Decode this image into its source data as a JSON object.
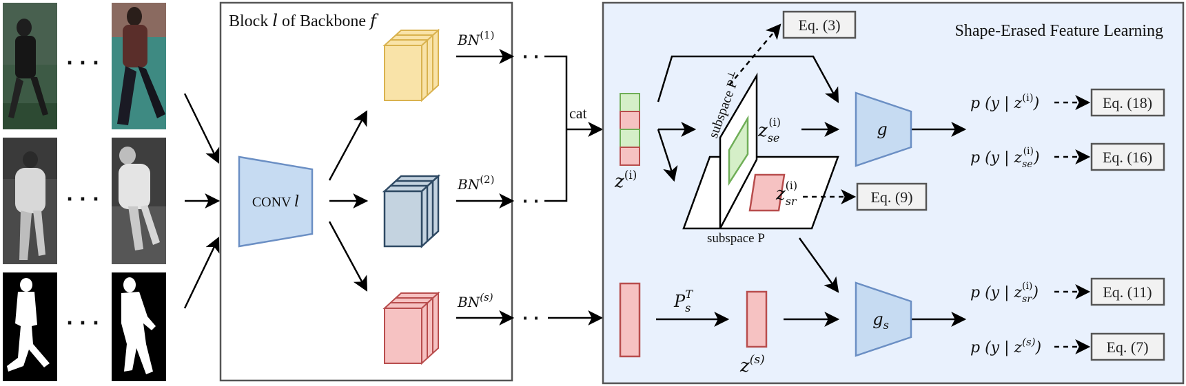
{
  "backbone": {
    "title_prefix": "Block ",
    "title_l": "l",
    "title_mid": " of Backbone ",
    "title_f": "f",
    "conv_label": "CONV ",
    "conv_l": "l",
    "bn_main": "BN",
    "bn1_sup": "(1)",
    "bn2_sup": "(2)",
    "bns_sup": "(s)",
    "cat_label": "cat"
  },
  "sefl": {
    "title": "Shape-Erased Feature Learning",
    "subspace_perp": "subspace P",
    "perp_symbol": "⊥",
    "subspace_p": "subspace P",
    "z_main": "z",
    "z_i_sup": "(i)",
    "z_se_sub": "se",
    "z_sr_sub": "sr",
    "z_s_sup": "(s)",
    "g_label": "g",
    "gs_label": "g",
    "gs_sub": "s",
    "proj_P": "P",
    "proj_sub": "s",
    "proj_sup": "T",
    "prob_prefix": "p (y | ",
    "prob_suffix": ")"
  },
  "equations": {
    "eq3": "Eq. (3)",
    "eq18": "Eq. (18)",
    "eq16": "Eq. (16)",
    "eq9": "Eq. (9)",
    "eq11": "Eq. (11)",
    "eq7": "Eq. (7)"
  },
  "ellipsis": "· · ·",
  "colors": {
    "yellow_fill": "#f9e3a8",
    "yellow_stroke": "#d9b24e",
    "navy_fill": "#c4d3e0",
    "navy_stroke": "#2f4a64",
    "red_fill": "#f6c2c2",
    "red_stroke": "#b84d4d",
    "green_fill": "#d5efc8",
    "green_stroke": "#6fae57",
    "trap_fill": "#c6dbf2",
    "trap_stroke": "#6b8fc4",
    "panel_fill": "#e9f1fd"
  }
}
